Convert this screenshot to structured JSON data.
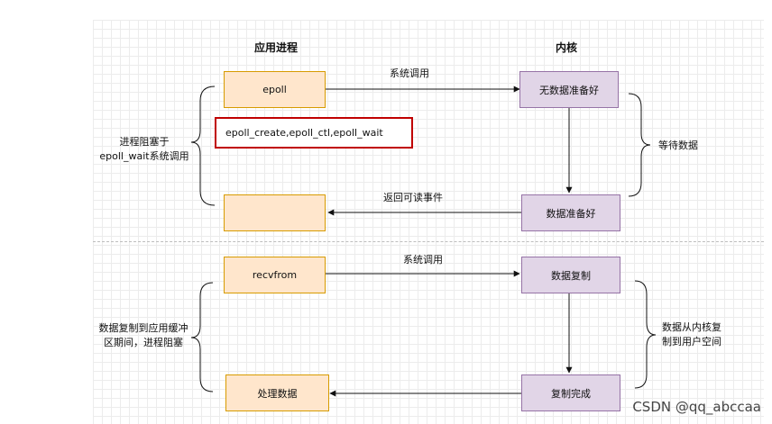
{
  "headings": {
    "app_process": "应用进程",
    "kernel": "内核"
  },
  "section1": {
    "app_box": "epoll",
    "syscall_label": "系统调用",
    "kernel_top_box": "无数据准备好",
    "functions_box": "epoll_create,epoll_ctl,epoll_wait",
    "left_note_line1": "进程阻塞于",
    "left_note_line2": "epoll_wait系统调用",
    "right_note": "等待数据",
    "return_label": "返回可读事件",
    "kernel_bottom_box": "数据准备好",
    "app_bottom_box": ""
  },
  "section2": {
    "app_box": "recvfrom",
    "syscall_label": "系统调用",
    "kernel_top_box": "数据复制",
    "left_note_line1": "数据复制到应用缓冲",
    "left_note_line2": "区期间，进程阻塞",
    "right_note_line1": "数据从内核复",
    "right_note_line2": "制到用户空间",
    "kernel_bottom_box": "复制完成",
    "app_bottom_box": "处理数据"
  },
  "watermark": "CSDN @qq_abccaa",
  "colors": {
    "app_fill": "#ffe6cc",
    "app_border": "#d79b00",
    "kernel_fill": "#e1d5e7",
    "kernel_border": "#9673a6",
    "highlight_border": "#c00000"
  }
}
